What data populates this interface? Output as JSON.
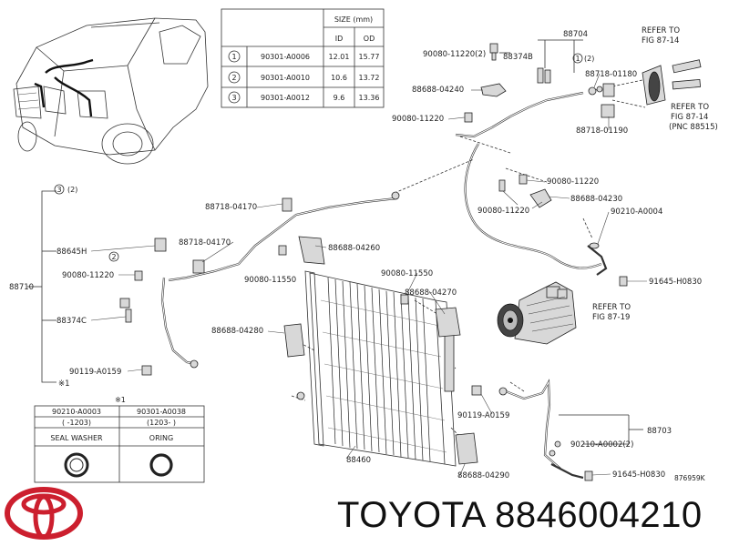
{
  "size_table": {
    "header_size": "SIZE (mm)",
    "col_id": "ID",
    "col_od": "OD",
    "rows": [
      {
        "num": "1",
        "part": "90301-A0006",
        "id": "12.01",
        "od": "15.77"
      },
      {
        "num": "2",
        "part": "90301-A0010",
        "id": "10.6",
        "od": "13.72"
      },
      {
        "num": "3",
        "part": "90301-A0012",
        "id": "9.6",
        "od": "13.36"
      }
    ]
  },
  "seal_table": {
    "mark": "※1",
    "col1_part": "90210-A0003",
    "col1_range": "(      -1203)",
    "col1_name": "SEAL WASHER",
    "col2_part": "90301-A0038",
    "col2_range": "(1203-      )",
    "col2_name": "ORING"
  },
  "labels": {
    "p88704": "88704",
    "p90080_11220_2": "90080-11220(2)",
    "p88374b": "88374B",
    "circ_1_2": "(2)",
    "num1": "1",
    "num2": "2",
    "num3": "3",
    "p88718_01180": "88718-01180",
    "p88688_04240": "88688-04240",
    "p90080_11220_a": "90080-11220",
    "p88718_01190": "88718-01190",
    "refer1a": "REFER TO",
    "refer1b": "FIG 87-14",
    "refer2a": "REFER TO",
    "refer2b": "FIG 87-14",
    "refer2c": "(PNC 88515)",
    "circ_3_2": "(2)",
    "p88718_04170_a": "88718-04170",
    "p90080_11220_b": "90080-11220",
    "p88688_04230": "88688-04230",
    "p90080_11220_c": "90080-11220",
    "p90210_a0004": "90210-A0004",
    "p88645h": "88645H",
    "p88718_04170_b": "88718-04170",
    "p88688_04260": "88688-04260",
    "p88710": "88710",
    "p90080_11220_d": "90080-11220",
    "p90080_11550_a": "90080-11550",
    "p90080_11550_b": "90080-11550",
    "p91645_h0830_a": "91645-H0830",
    "p88688_04270": "88688-04270",
    "p88374c": "88374C",
    "p88688_04280": "88688-04280",
    "refer3a": "REFER TO",
    "refer3b": "FIG 87-19",
    "p90119_a0159_a": "90119-A0159",
    "mark1": "※1",
    "p90119_a0159_b": "90119-A0159",
    "p88703": "88703",
    "p90210_a0002": "90210-A0002(2)",
    "p88460": "88460",
    "p88688_04290": "88688-04290",
    "p91645_h0830_b": "91645-H0830",
    "fig_id": "876959K"
  },
  "brand_caption": "TOYOTA 8846004210",
  "colors": {
    "logo_red": "#cc1f2e",
    "line": "#333333"
  },
  "icons": [
    "toyota-logo-icon"
  ]
}
